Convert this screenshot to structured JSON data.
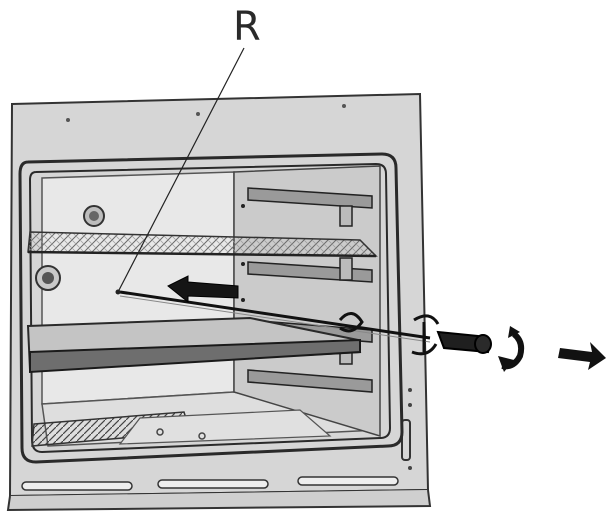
{
  "callout": {
    "label": "R"
  },
  "colors": {
    "panel": "#d9d9d9",
    "cavity": "#e9e9e9",
    "side_wall": "#cfcfcf",
    "outline": "#333333",
    "dark": "#1a1a1a"
  },
  "icons": [
    "oven-front-panel",
    "oven-cavity",
    "wire-shelf",
    "drip-tray",
    "side-rack-runner",
    "rotisserie-spit",
    "rotisserie-handle",
    "rotate-arrow-icon",
    "pull-out-arrow-icon",
    "insert-arrow-icon"
  ]
}
